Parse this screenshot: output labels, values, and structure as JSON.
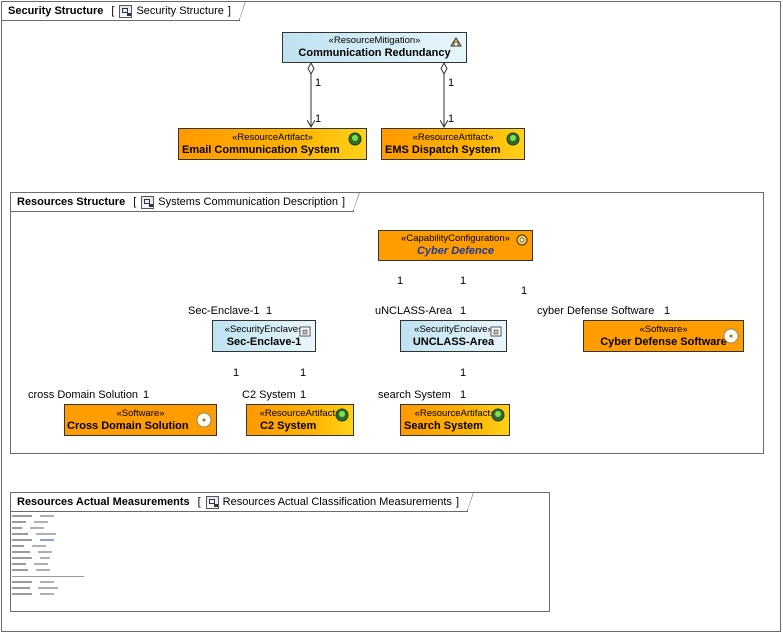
{
  "security_frame": {
    "title": "Security Structure",
    "diagram": "Security Structure"
  },
  "security_nodes": {
    "mitigation": {
      "stereotype": "«ResourceMitigation»",
      "name": "Communication Redundancy"
    },
    "email": {
      "stereotype": "«ResourceArtifact»",
      "name": "Email Communication System"
    },
    "ems": {
      "stereotype": "«ResourceArtifact»",
      "name": "EMS Dispatch System"
    }
  },
  "security_mult": {
    "m1": "1",
    "m2": "1",
    "m3": "1",
    "m4": "1"
  },
  "resources_frame": {
    "title": "Resources Structure",
    "diagram": "Systems Communication Description"
  },
  "resources_nodes": {
    "cyber": {
      "stereotype": "«CapabilityConfiguration»",
      "name": "Cyber Defence"
    },
    "enclave1": {
      "stereotype": "«SecurityEnclave»",
      "name": "Sec-Enclave-1"
    },
    "unclass": {
      "stereotype": "«SecurityEnclave»",
      "name": "UNCLASS-Area"
    },
    "cds_sw": {
      "stereotype": "«Software»",
      "name": "Cross Domain Solution"
    },
    "c2": {
      "stereotype": "«ResourceArtifact»",
      "name": "C2 System"
    },
    "search": {
      "stereotype": "«ResourceArtifact»",
      "name": "Search System"
    },
    "cyber_sw": {
      "stereotype": "«Software»",
      "name": "Cyber Defense Software"
    }
  },
  "resources_labels": {
    "role_enclave": "Sec-Enclave-1",
    "role_unclass": "uNCLASS-Area",
    "role_cybersw": "cyber Defense Software",
    "role_cds": "cross Domain Solution",
    "role_c2": "C2 System",
    "role_search": "search System",
    "one": "1"
  },
  "measure_frame": {
    "title": "Resources Actual Measurements",
    "diagram": "Resources Actual Classification Measurements"
  },
  "colors": {
    "orange": "#ff9c00",
    "lightblue": "#bfe2f0",
    "frame": "#6b6b6b"
  }
}
